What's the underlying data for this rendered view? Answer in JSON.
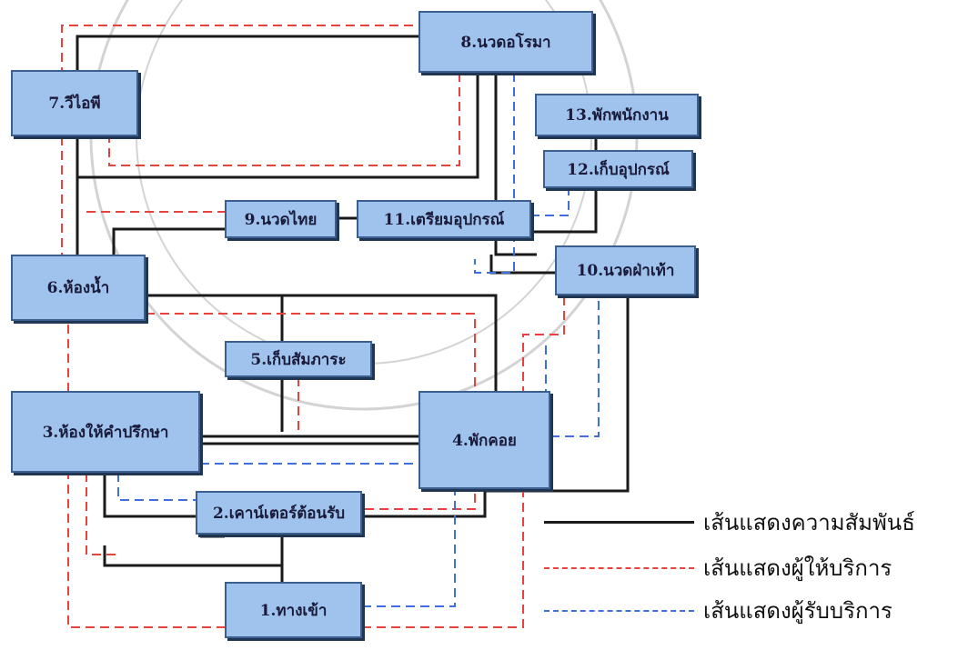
{
  "rooms": {
    "r1": "1.ทางเข้า",
    "r2": "2.เคาน์เตอร์ต้อนรับ",
    "r3": "3.ห้องให้คำปรึกษา",
    "r4": "4.พักคอย",
    "r5": "5.เก็บสัมภาระ",
    "r6": "6.ห้องน้ำ",
    "r7": "7.วีไอพี",
    "r8": "8.นวดอโรมา",
    "r9": "9.นวดไทย",
    "r10": "10.นวดฝ่าเท้า",
    "r11": "11.เตรียมอุปกรณ์",
    "r12": "12.เก็บอุปกรณ์",
    "r13": "13.พักพนักงาน"
  },
  "legend": {
    "relation": "เส้นแสดงความสัมพันธ์",
    "provider": "เส้นแสดงผู้ให้บริการ",
    "client": "เส้นแสดงผู้รับบริการ"
  },
  "colors": {
    "relation": "#1a1a1a",
    "provider": "#e8423c",
    "client": "#3f6fd8",
    "box_fill": "#9fc3ec"
  }
}
